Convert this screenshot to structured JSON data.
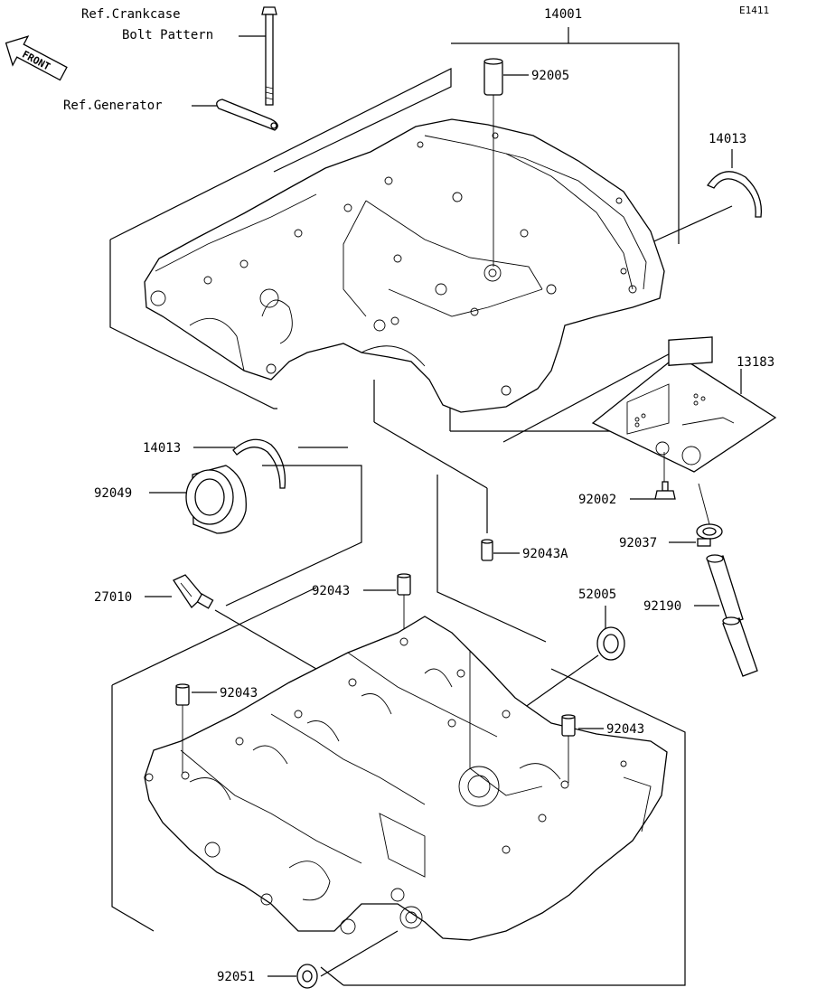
{
  "diagram_id": "E1411",
  "front_label": "FRONT",
  "refs": {
    "crankcase_line1": "Ref.Crankcase",
    "crankcase_line2": "Bolt Pattern",
    "generator": "Ref.Generator"
  },
  "callouts": {
    "p14001": "14001",
    "p92005": "92005",
    "p14013_upper": "14013",
    "p13183": "13183",
    "p14013_lower": "14013",
    "p92049": "92049",
    "p92002": "92002",
    "p92037": "92037",
    "p92043A": "92043A",
    "p27010": "27010",
    "p92043_a": "92043",
    "p52005": "52005",
    "p92190": "92190",
    "p92043_b": "92043",
    "p92043_c": "92043",
    "p92051": "92051"
  }
}
